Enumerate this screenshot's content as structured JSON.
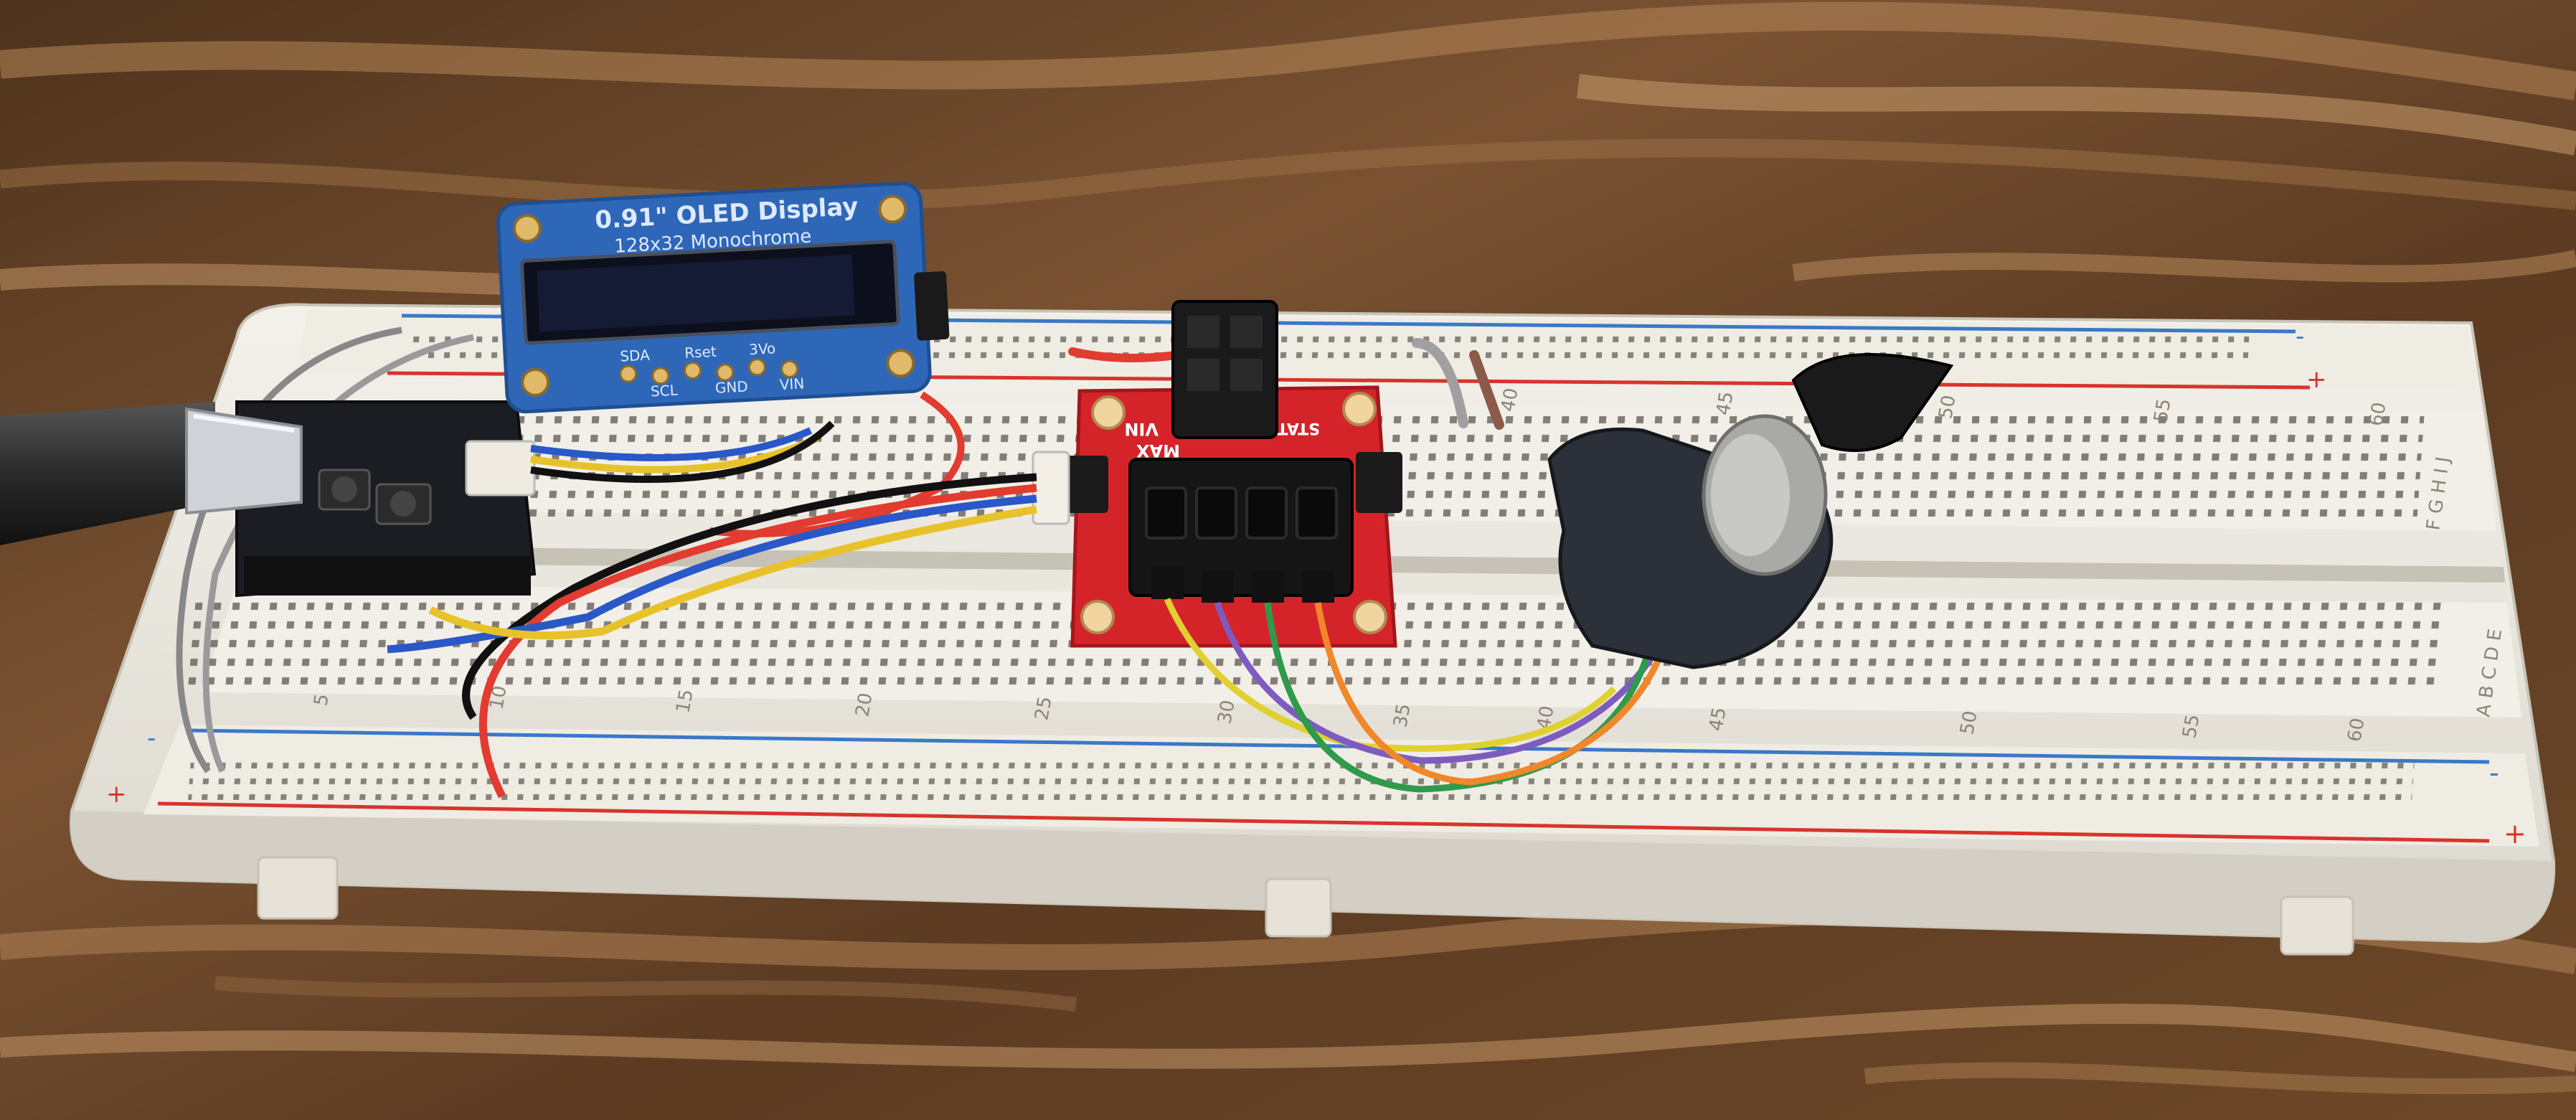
{
  "scene": {
    "background_colors": {
      "wood_dark": "#5a3a20",
      "wood_light": "#b58a5c",
      "breadboard": "#ece9e1",
      "rail_red": "#d8342c",
      "rail_blue": "#3a78c8",
      "oled_board": "#2f67b8",
      "sparkfun_board": "#d4242a"
    },
    "oled": {
      "title": "0.91\" OLED Display",
      "subtitle": "128x32 Monochrome",
      "pins_top": [
        "SDA",
        "Rset",
        "3Vo"
      ],
      "pins_bottom": [
        "SCL",
        "GND",
        "VIN"
      ]
    },
    "driver_board": {
      "labels": [
        "VIN",
        "MAX",
        "STAT"
      ]
    },
    "breadboard": {
      "top_numbers": [
        "40",
        "45",
        "50",
        "55",
        "60"
      ],
      "bottom_numbers": [
        "5",
        "10",
        "15",
        "20",
        "25",
        "30",
        "35",
        "40",
        "45",
        "50",
        "55",
        "60"
      ],
      "row_letters_top": "F G H I J",
      "row_letters_bottom": "A B C D E",
      "plus": "+",
      "minus": "-"
    }
  }
}
